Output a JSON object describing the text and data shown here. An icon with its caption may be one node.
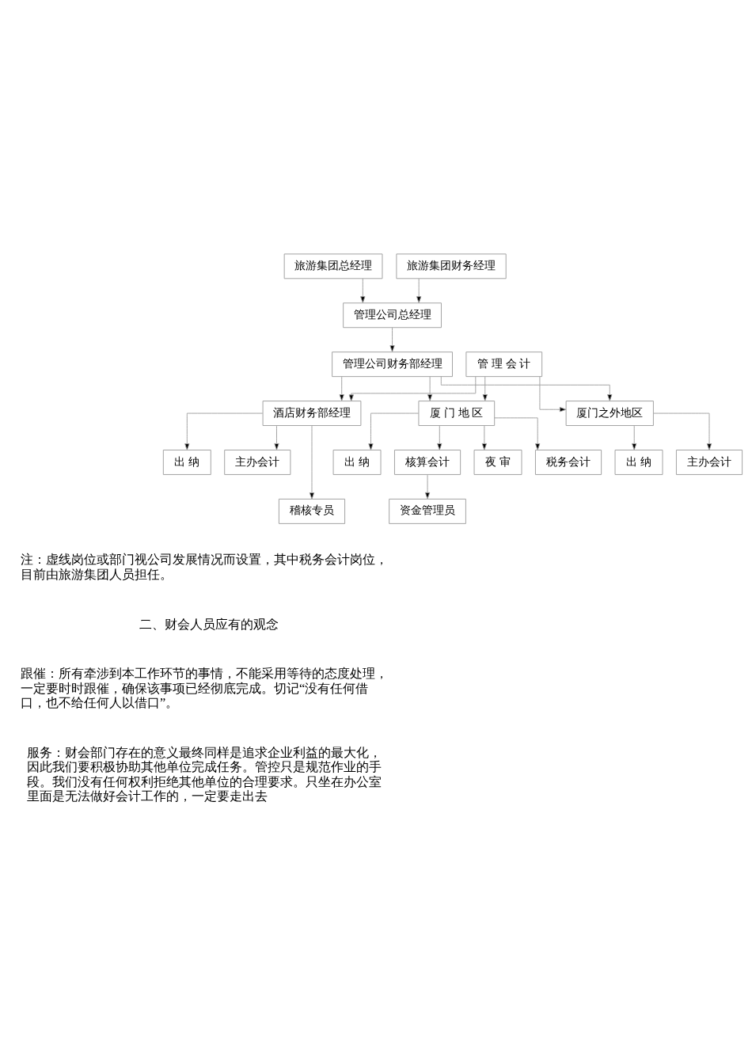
{
  "diagram": {
    "nodes": [
      {
        "text": [
          "旅游集团总经理"
        ]
      },
      {
        "text": [
          "旅游集团财务经理"
        ]
      },
      {
        "text": [
          "管理公司总经理"
        ]
      },
      {
        "text": [
          "管理公司财务部经理"
        ]
      },
      {
        "text": [
          "管 理 会 计"
        ]
      },
      {
        "text": [
          "酒店财务部经理"
        ]
      },
      {
        "text": [
          "厦 门 地 区"
        ]
      },
      {
        "text": [
          "厦门之外地区"
        ]
      },
      {
        "text": [
          "出 纳"
        ]
      },
      {
        "text": [
          "主办会计"
        ]
      },
      {
        "text": [
          "出 纳"
        ]
      },
      {
        "text": [
          "核算会计"
        ]
      },
      {
        "text": [
          "夜 审"
        ]
      },
      {
        "text": [
          "税务会计"
        ]
      },
      {
        "text": [
          "出 纳"
        ]
      },
      {
        "text": [
          "主办会计"
        ]
      },
      {
        "text": [
          "稽核专员"
        ]
      },
      {
        "text": [
          "资金管理员"
        ]
      }
    ],
    "edges": [
      {
        "from": 0,
        "to": 2,
        "arrow": "to"
      },
      {
        "from": 1,
        "to": 2,
        "arrow": "to"
      },
      {
        "from": 2,
        "to": 3,
        "arrow": "to"
      },
      {
        "from": 3,
        "to": 5,
        "arrow": "to"
      },
      {
        "from": 3,
        "to": 6,
        "arrow": "to"
      },
      {
        "from": 3,
        "to": 7,
        "arrow": "to"
      },
      {
        "from": 4,
        "to": 5,
        "arrow": "to"
      },
      {
        "from": 4,
        "to": 6,
        "arrow": "to"
      },
      {
        "from": 4,
        "to": 7,
        "arrow": "to"
      },
      {
        "from": 5,
        "to": 8,
        "arrow": "to"
      },
      {
        "from": 5,
        "to": 9,
        "arrow": "to"
      },
      {
        "from": 5,
        "to": 16,
        "arrow": "to"
      },
      {
        "from": 6,
        "to": 10,
        "arrow": "to"
      },
      {
        "from": 6,
        "to": 11,
        "arrow": "to"
      },
      {
        "from": 6,
        "to": 12,
        "arrow": "to"
      },
      {
        "from": 6,
        "to": 13,
        "arrow": "to"
      },
      {
        "from": 7,
        "to": 14,
        "arrow": "to"
      },
      {
        "from": 7,
        "to": 15,
        "arrow": "to"
      },
      {
        "from": 11,
        "to": 17,
        "arrow": "to"
      }
    ],
    "labels": [
      "注：虚线岗位或部门视公司发展情况而设置，其中税务会计岗位，目前由旅游集团人员担任。",
      "二、财会人员应有的观念",
      "跟催：所有牵涉到本工作环节的事情，不能采用等待的态度处理，一定要时时跟催，确保该事项已经彻底完成。切记“没有任何借口，也不给任何人以借口”。",
      "服务：财会部门存在的意义最终同样是追求企业利益的最大化，因此我们要积极协助其他单位完成任务。管控只是规范作业的手段。我们没有任何权利拒绝其他单位的合理要求。只坐在办公室里面是无法做好会计工作的，一定要走出去"
    ]
  }
}
